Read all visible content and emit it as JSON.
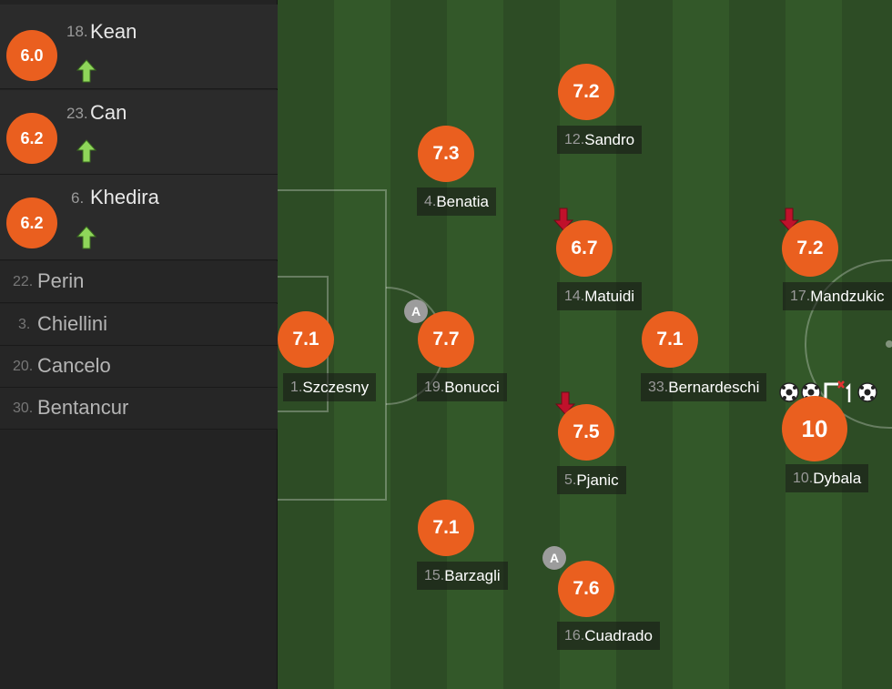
{
  "substitutes_in": [
    {
      "rating": "6.0",
      "number": "18.",
      "name": "Kean"
    },
    {
      "rating": "6.2",
      "number": "23.",
      "name": "Can"
    },
    {
      "rating": "6.2",
      "number": "6.",
      "name": "Khedira"
    }
  ],
  "bench": [
    {
      "number": "22.",
      "name": "Perin"
    },
    {
      "number": "3.",
      "name": "Chiellini"
    },
    {
      "number": "20.",
      "name": "Cancelo"
    },
    {
      "number": "30.",
      "name": "Bentancur"
    }
  ],
  "players": [
    {
      "rating": "7.1",
      "number": "1.",
      "name": "Szczesny"
    },
    {
      "rating": "7.3",
      "number": "4.",
      "name": "Benatia"
    },
    {
      "rating": "7.7",
      "number": "19.",
      "name": "Bonucci",
      "captain": "A"
    },
    {
      "rating": "7.1",
      "number": "15.",
      "name": "Barzagli"
    },
    {
      "rating": "7.2",
      "number": "12.",
      "name": "Sandro"
    },
    {
      "rating": "6.7",
      "number": "14.",
      "name": "Matuidi",
      "subbed_off": true
    },
    {
      "rating": "7.5",
      "number": "5.",
      "name": "Pjanic",
      "subbed_off": true
    },
    {
      "rating": "7.6",
      "number": "16.",
      "name": "Cuadrado",
      "captain": "A"
    },
    {
      "rating": "7.1",
      "number": "33.",
      "name": "Bernardeschi"
    },
    {
      "rating": "7.2",
      "number": "17.",
      "name": "Mandzukic",
      "subbed_off": true
    },
    {
      "rating": "10",
      "number": "10.",
      "name": "Dybala",
      "man_of_match": true,
      "events_text": "⚽⚽Γ1⚽"
    }
  ],
  "colors": {
    "rating_circle": "#ea5f1f",
    "sub_in_arrow": "#8fd65a",
    "sub_out_arrow": "#c0112b",
    "pitch_dark": "#2d4c25",
    "pitch_light": "#335829"
  },
  "icons": {
    "sub_in": "arrow-up-icon",
    "sub_out": "arrow-down-icon",
    "goal": "football-icon",
    "captain": "captain-badge-icon"
  }
}
